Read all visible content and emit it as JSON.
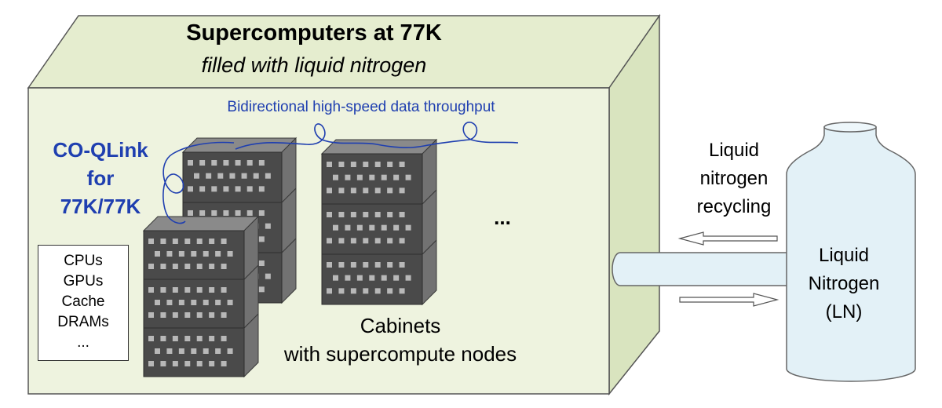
{
  "chamber": {
    "title": "Supercomputers at 77K",
    "subtitle": "filled with liquid nitrogen",
    "colors": {
      "front": "#eef3df",
      "top": "#e5edcf",
      "side": "#d9e4bf",
      "edge": "#555555"
    }
  },
  "link": {
    "label": "Bidirectional high-speed data throughput",
    "coqlink_lines": [
      "CO-QLink",
      "for",
      "77K/77K"
    ],
    "color": "#1f3fb0"
  },
  "cabinets": {
    "label_lines": [
      "Cabinets",
      "with supercompute nodes"
    ],
    "more": "...",
    "colors": {
      "front": "#4a4a4a",
      "top": "#8a8a8a",
      "side": "#727272",
      "dot": "#b8b8b8"
    }
  },
  "components": [
    "CPUs",
    "GPUs",
    "Cache",
    "DRAMs",
    "..."
  ],
  "recycling": {
    "label_lines": [
      "Liquid",
      "nitrogen",
      "recycling"
    ]
  },
  "tank": {
    "label_lines": [
      "Liquid",
      "Nitrogen",
      "(LN)"
    ],
    "colors": {
      "body": "#e3f1f7",
      "stroke": "#666666"
    }
  }
}
